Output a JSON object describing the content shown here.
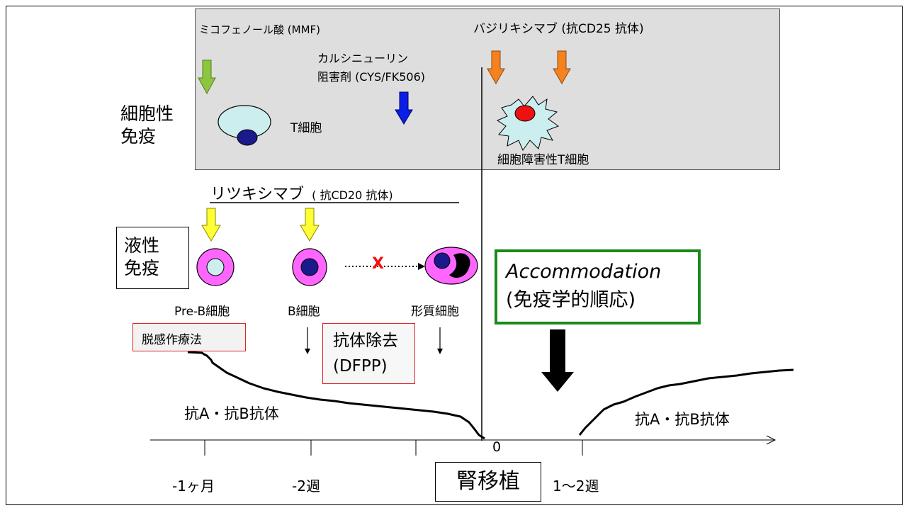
{
  "cellular": {
    "label_line1": "細胞性",
    "label_line2": "免疫",
    "mmf": "ミコフェノール酸 (MMF)",
    "calcineurin_line1": "カルシニューリン",
    "calcineurin_line2": "阻害剤 (CYS/FK506)",
    "basiliximab": "バジリキシマブ (抗CD25 抗体)",
    "t_cell": "T細胞",
    "cytotoxic_t_cell": "細胞障害性T細胞"
  },
  "humoral": {
    "label_line1": "液性",
    "label_line2": "免疫",
    "rituximab_main": "リツキシマブ",
    "rituximab_sub": "( 抗CD20 抗体)",
    "pre_b": "Pre-B細胞",
    "b_cell": "B細胞",
    "plasma_cell": "形質細胞",
    "blocked_mark": "X"
  },
  "therapy": {
    "desensitization": "脱感作療法",
    "antibody_removal_line1": "抗体除去",
    "antibody_removal_line2": "(DFPP)"
  },
  "accommodation": {
    "title": "Accommodation",
    "subtitle": "(免疫学的順応)"
  },
  "antibody_titer": {
    "left_label": "抗A・抗B抗体",
    "right_label": "抗A・抗B抗体"
  },
  "timeline": {
    "zero": "0",
    "minus_1_month": "-1ヶ月",
    "minus_2_weeks": "-2週",
    "transplant": "腎移植",
    "after": "1〜2週"
  },
  "colors": {
    "cell_panel": "#dedede",
    "arrow_mmf": "#8cc63f",
    "arrow_calcineurin": "#0a1ee6",
    "arrow_basiliximab": "#f5821f",
    "arrow_rituximab": "#ffff33",
    "cell_pink": "#ff66ff",
    "nucleus_navy": "#1a1a8c",
    "t_cell_body": "#cceeee",
    "cytotoxic_nucleus": "#ee1111",
    "accommodation_border": "#1a8a1a",
    "therapy_border": "#dd2222"
  }
}
